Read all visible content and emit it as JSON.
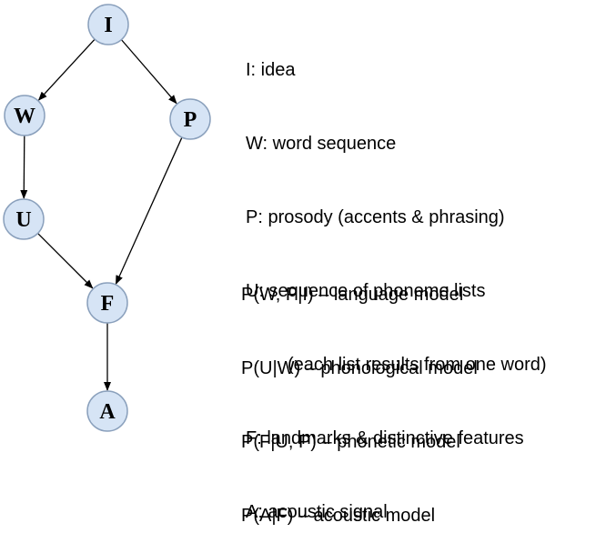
{
  "nodes": [
    {
      "id": "I",
      "label": "I"
    },
    {
      "id": "W",
      "label": "W"
    },
    {
      "id": "P",
      "label": "P"
    },
    {
      "id": "U",
      "label": "U"
    },
    {
      "id": "F",
      "label": "F"
    },
    {
      "id": "A",
      "label": "A"
    }
  ],
  "edges": [
    {
      "from": "I",
      "to": "W"
    },
    {
      "from": "I",
      "to": "P"
    },
    {
      "from": "W",
      "to": "U"
    },
    {
      "from": "U",
      "to": "F"
    },
    {
      "from": "P",
      "to": "F"
    },
    {
      "from": "F",
      "to": "A"
    }
  ],
  "legend": [
    {
      "text": "I: idea"
    },
    {
      "text": "W: word sequence"
    },
    {
      "text": "P: prosody (accents & phrasing)"
    },
    {
      "text": "U: sequence of phoneme lists"
    },
    {
      "text": "(each list results from one word)"
    },
    {
      "text": "F: landmarks & distinctive features"
    },
    {
      "text": "A: acoustic signal"
    }
  ],
  "models": [
    {
      "text": "P(W, P|I) – language model"
    },
    {
      "text": "P(U|W) – phonological model"
    },
    {
      "text": "P(F|U, P) – phonetic model"
    },
    {
      "text": "P(A|F) – acoustic model"
    }
  ],
  "colors": {
    "node_fill": "#d6e4f5",
    "node_stroke": "#8aa0bc",
    "edge": "#000000",
    "text": "#000000"
  }
}
